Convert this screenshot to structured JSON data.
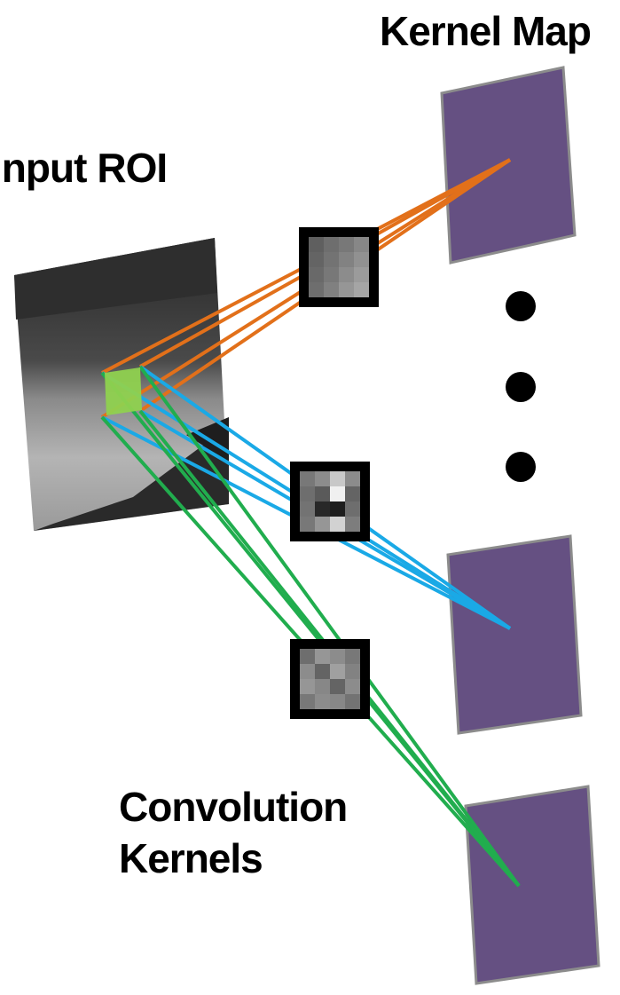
{
  "labels": {
    "kernel_maps": "Kernel Map",
    "input": "Input",
    "roi": "ROI",
    "conv_line1": "Convolution",
    "conv_line2": "Kernels"
  },
  "colors": {
    "map_fill": "#655082",
    "map_border": "#8c8c8c",
    "orange": "#e2701a",
    "blue": "#1aa9e6",
    "green": "#21ad4e",
    "patch": "#8fd14f",
    "dots": "#000000"
  },
  "kernels": [
    {
      "name": "kernel-orange",
      "pixels": [
        [
          95,
          110,
          120,
          135
        ],
        [
          100,
          115,
          130,
          145
        ],
        [
          105,
          120,
          140,
          155
        ],
        [
          110,
          128,
          150,
          165
        ]
      ]
    },
    {
      "name": "kernel-blue",
      "pixels": [
        [
          120,
          140,
          200,
          140
        ],
        [
          110,
          90,
          240,
          100
        ],
        [
          115,
          40,
          30,
          110
        ],
        [
          120,
          150,
          210,
          125
        ]
      ]
    },
    {
      "name": "kernel-green",
      "pixels": [
        [
          110,
          150,
          140,
          120
        ],
        [
          140,
          100,
          160,
          130
        ],
        [
          150,
          135,
          100,
          140
        ],
        [
          120,
          140,
          135,
          115
        ]
      ]
    }
  ]
}
